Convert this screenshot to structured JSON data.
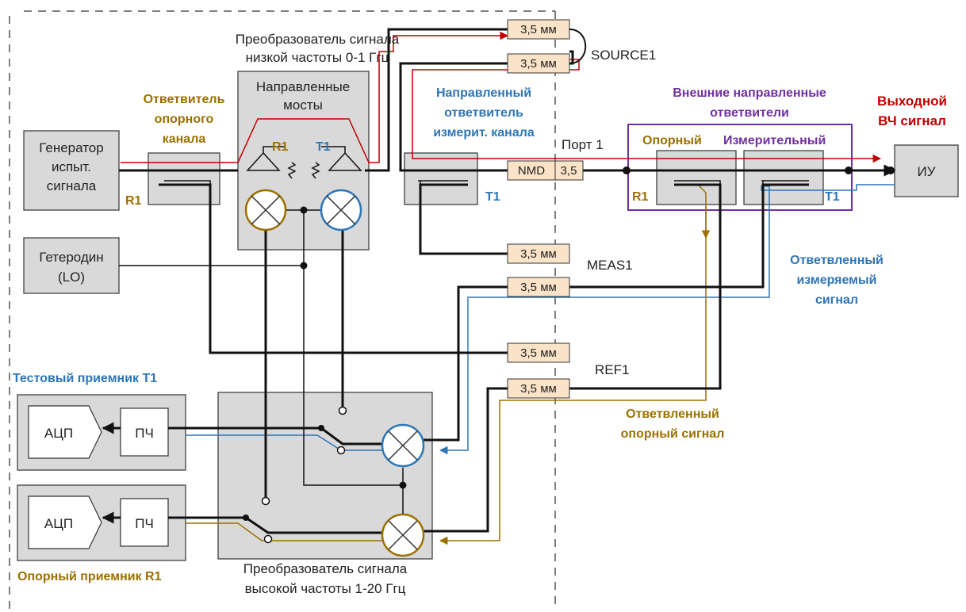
{
  "colors": {
    "red": "#c00000",
    "blue": "#2e75b6",
    "brown": "#9c7000",
    "purple": "#7030a0",
    "box_fill": "#d9d9d9",
    "connector_fill": "#fbe3c8"
  },
  "labels": {
    "lf_converter": [
      "Преобразователь сигнала",
      "низкой частоты 0-1 Ггц"
    ],
    "directional_bridges": [
      "Направленные",
      "мосты"
    ],
    "ref_coupler": [
      "Ответвитель",
      "опорного",
      "канала"
    ],
    "generator": [
      "Генератор",
      "испыт.",
      "сигнала"
    ],
    "heterodyne": [
      "Гетеродин",
      "(LO)"
    ],
    "meas_coupler": [
      "Направленный",
      "ответвитель",
      "измерит. канала"
    ],
    "external_couplers": [
      "Внешние направленные",
      "ответвители"
    ],
    "ref_word": "Опорный",
    "meas_word": "Измерительный",
    "output_signal": [
      "Выходной",
      "ВЧ сигнал"
    ],
    "dut": "ИУ",
    "port1": "Порт 1",
    "source1": "SOURCE1",
    "meas1": "MEAS1",
    "ref1": "REF1",
    "branched_meas": [
      "Ответвленный",
      "измеряемый",
      "сигнал"
    ],
    "branched_ref": [
      "Ответвленный",
      "опорный сигнал"
    ],
    "test_receiver": "Тестовый приемник T1",
    "ref_receiver": "Опорный приемник R1",
    "hf_converter": [
      "Преобразователь сигнала",
      "высокой частоты 1-20 Ггц"
    ],
    "adc": "АЦП",
    "if": "ПЧ",
    "r1": "R1",
    "t1": "T1",
    "conn_35": "3,5 мм",
    "nmd": "NMD",
    "nmd_val": "3,5"
  }
}
